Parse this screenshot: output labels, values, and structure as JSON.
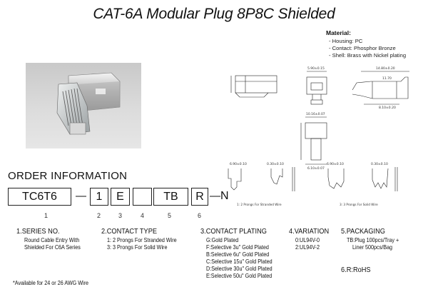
{
  "title": "CAT-6A Modular Plug 8P8C Shielded",
  "material": {
    "heading": "Material:",
    "items": [
      "- Housing: PC",
      "- Contact: Phosphor Bronze",
      "- Shell: Brass with Nickel plating"
    ]
  },
  "order": {
    "heading": "ORDER INFORMATION",
    "code_parts": [
      "TC6T6",
      "1",
      "E",
      "",
      "TB",
      "R",
      "N"
    ],
    "separators": [
      "—",
      "—"
    ],
    "position_numbers": [
      "1",
      "2",
      "3",
      "4",
      "5",
      "6"
    ]
  },
  "columns": {
    "series": {
      "heading": "1.SERIES NO.",
      "lines": [
        "Round Cable Entry With",
        "Shielded For C6A Series"
      ]
    },
    "contact_type": {
      "heading": "2.CONTACT TYPE",
      "lines": [
        "1: 2 Prongs For Stranded Wire",
        "3: 3 Prongs For Solid Wire"
      ]
    },
    "plating": {
      "heading": "3.CONTACT PLATING",
      "lines": [
        "G:Gold Plated",
        "F:Selective 3u\" Gold Plated",
        "B:Selective 6u\" Gold Plated",
        "C:Selective 15u\" Gold Plated",
        "D:Selective 30u\" Gold Plated",
        "E:Selective 50u\" Gold Plated"
      ]
    },
    "variation": {
      "heading": "4.VARIATION",
      "lines": [
        "0:UL94V-0",
        "2:UL94V-2"
      ]
    },
    "packaging": {
      "heading": "5.PACKAGING",
      "lines": [
        "TB:Plug 100pcs/Tray +",
        "Liner 500pcs/Bag"
      ]
    },
    "rohs": {
      "heading": "6.R:RoHS"
    }
  },
  "footnote": "*Available for 24 or 26 AWG Wire",
  "drawing": {
    "caption_stranded": "1: 2 Prongs For Stranded Wire",
    "caption_solid": "3: 3 Prongs For Solid Wire",
    "dims": [
      "14.80±0.20",
      "5.90±0.15",
      "8.10±0.20",
      "11.70",
      "10.16±0.07",
      "6.10±0.07",
      "6.90±0.10",
      "0.30±0.10"
    ]
  }
}
